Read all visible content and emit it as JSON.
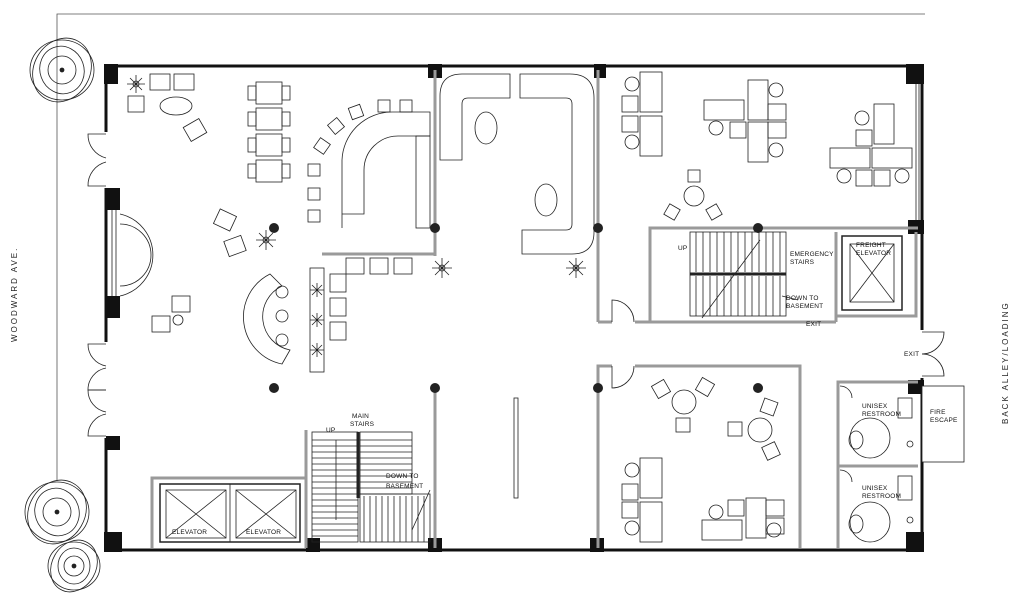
{
  "streets": {
    "front": "WOODWARD AVE.",
    "rear": "BACK ALLEY/LOADING"
  },
  "rooms": {
    "elevators": [
      "ELEVATOR",
      "ELEVATOR"
    ],
    "freight_elevator": [
      "FREIGHT",
      "ELEVATOR"
    ],
    "emergency_stairs": [
      "EMERGENCY",
      "STAIRS"
    ],
    "main_stairs": [
      "MAIN",
      "STAIRS"
    ],
    "down_to_basement": [
      "DOWN TO",
      "BASEMENT"
    ],
    "restroom": [
      "UNISEX",
      "RESTROOM"
    ],
    "fire_escape": [
      "FIRE",
      "ESCAPE"
    ],
    "up": "UP",
    "exit": "EXIT"
  },
  "colors": {
    "wall": "#111111",
    "partition": "#9a9a9a",
    "furniture": "#222222"
  }
}
